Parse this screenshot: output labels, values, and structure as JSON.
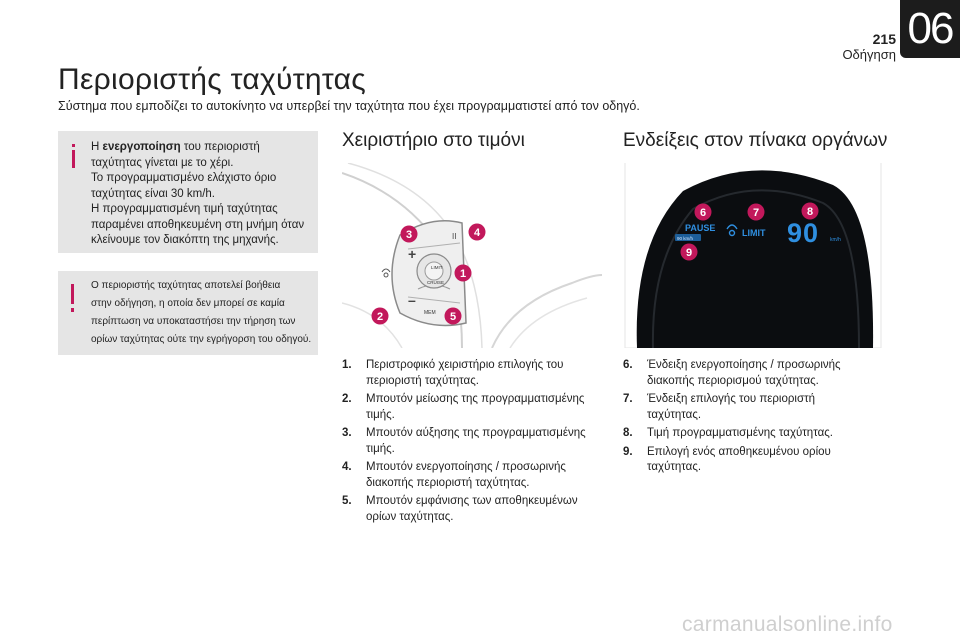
{
  "header": {
    "page_number": "215",
    "section": "Οδήγηση",
    "chapter": "06"
  },
  "title": "Περιοριστής ταχύτητας",
  "subtitle": "Σύστημα που εμποδίζει το αυτοκίνητο να υπερβεί την ταχύτητα που έχει προγραμματιστεί από τον οδηγό.",
  "info_box": {
    "l1_pre": "Η ",
    "l1_bold": "ενεργοποίηση",
    "l1_post": " του περιοριστή",
    "lines": [
      "ταχύτητας γίνεται με το χέρι.",
      "Το προγραμματισμένο ελάχιστο όριο",
      "ταχύτητας είναι 30 km/h.",
      "Η προγραμματισμένη τιμή ταχύτητας",
      "παραμένει αποθηκευμένη στη μνήμη όταν",
      "κλείνουμε τον διακόπτη της μηχανής."
    ]
  },
  "warning_box": {
    "lines": [
      "Ο περιοριστής ταχύτητας αποτελεί βοήθεια",
      "στην οδήγηση, η οποία δεν μπορεί σε καμία",
      "περίπτωση να υποκαταστήσει την τήρηση των",
      "ορίων ταχύτητας ούτε την εγρήγορση του οδηγού."
    ]
  },
  "left_column": {
    "heading": "Χειριστήριο στο τιμόνι",
    "figure": {
      "plus": "+",
      "minus": "–",
      "pause_symbol": "II",
      "limit": "LIMIT",
      "cruise": "CRUISE",
      "mem": "MEM",
      "callouts": [
        "2",
        "3",
        "4",
        "5",
        "1"
      ]
    },
    "items": [
      {
        "num": "1.",
        "lines": [
          "Περιστροφικό χειριστήριο επιλογής του",
          "περιοριστή ταχύτητας."
        ]
      },
      {
        "num": "2.",
        "lines": [
          "Μπουτόν μείωσης της προγραμματισμένης",
          "τιμής."
        ]
      },
      {
        "num": "3.",
        "lines": [
          "Μπουτόν αύξησης της προγραμματισμένης",
          "τιμής."
        ]
      },
      {
        "num": "4.",
        "lines": [
          "Μπουτόν ενεργοποίησης / προσωρινής",
          "διακοπής περιοριστή ταχύτητας."
        ]
      },
      {
        "num": "5.",
        "lines": [
          "Μπουτόν εμφάνισης των αποθηκευμένων",
          "ορίων ταχύτητας."
        ]
      }
    ]
  },
  "right_column": {
    "heading": "Ενδείξεις στον πίνακα οργάνων",
    "figure": {
      "pause": "PAUSE",
      "limit": "LIMIT",
      "speed": "90",
      "unit": "km/h",
      "tag": "90 km/h",
      "callouts": [
        "6",
        "7",
        "8",
        "9"
      ]
    },
    "items": [
      {
        "num": "6.",
        "lines": [
          "Ένδειξη ενεργοποίησης / προσωρινής",
          "διακοπής περιορισμού ταχύτητας."
        ]
      },
      {
        "num": "7.",
        "lines": [
          "Ένδειξη επιλογής του περιοριστή",
          "ταχύτητας."
        ]
      },
      {
        "num": "8.",
        "lines": [
          "Τιμή προγραμματισμένης ταχύτητας."
        ]
      },
      {
        "num": "9.",
        "lines": [
          "Επιλογή ενός αποθηκευμένου ορίου",
          "ταχύτητας."
        ]
      }
    ]
  },
  "watermark": "carmanualsonline.info",
  "colors": {
    "callout": "#c2185b",
    "info_icon": "#c2185b",
    "box_bg": "#e5e5e5",
    "display_blue": "#2f8fe0",
    "chapter_tab": "#1c1c1c"
  }
}
